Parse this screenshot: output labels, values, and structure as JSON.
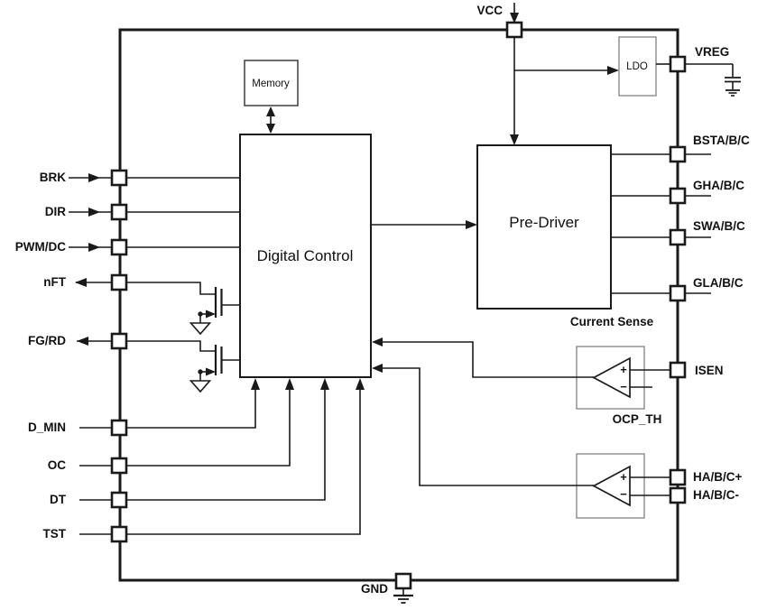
{
  "diagram": {
    "pins": {
      "top": {
        "label": "VCC"
      },
      "bottom": {
        "label": "GND"
      },
      "left": [
        {
          "label": "BRK",
          "direction": "input"
        },
        {
          "label": "DIR",
          "direction": "input"
        },
        {
          "label": "PWM/DC",
          "direction": "input"
        },
        {
          "label": "nFT",
          "direction": "output"
        },
        {
          "label": "FG/RD",
          "direction": "output"
        },
        {
          "label": "D_MIN",
          "direction": "input"
        },
        {
          "label": "OC",
          "direction": "input"
        },
        {
          "label": "DT",
          "direction": "input"
        },
        {
          "label": "TST",
          "direction": "input"
        }
      ],
      "right": [
        {
          "label": "VREG"
        },
        {
          "label": "BSTA/B/C"
        },
        {
          "label": "GHA/B/C"
        },
        {
          "label": "SWA/B/C"
        },
        {
          "label": "GLA/B/C"
        },
        {
          "label": "ISEN"
        },
        {
          "label": "HA/B/C+"
        },
        {
          "label": "HA/B/C-"
        }
      ]
    },
    "blocks": {
      "memory": {
        "label": "Memory"
      },
      "digital_control": {
        "label": "Digital Control"
      },
      "pre_driver": {
        "label": "Pre-Driver"
      },
      "ldo": {
        "label": "LDO"
      },
      "current_sense": {
        "label": "Current Sense",
        "threshold_label": "OCP_TH",
        "plus": "+",
        "minus": "−"
      },
      "hall_comparator": {
        "plus": "+",
        "minus": "−"
      }
    },
    "colors": {
      "background": "#ffffff",
      "line": "#1a1a1a",
      "text": "#111111",
      "soft_block_border": "#8a8a8a"
    }
  }
}
